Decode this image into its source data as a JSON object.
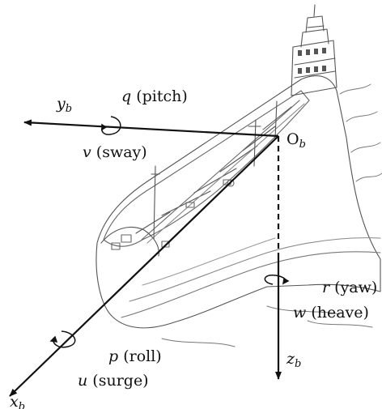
{
  "origin": {
    "label": "O",
    "sub": "b"
  },
  "axes": {
    "x": {
      "var": "x",
      "sub": "b",
      "rot_var": "p",
      "rot_name": "(roll)",
      "lin_var": "u",
      "lin_name": "(surge)"
    },
    "y": {
      "var": "y",
      "sub": "b",
      "rot_var": "q",
      "rot_name": "(pitch)",
      "lin_var": "v",
      "lin_name": "(sway)"
    },
    "z": {
      "var": "z",
      "sub": "b",
      "rot_var": "r",
      "rot_name": "(yaw)",
      "lin_var": "w",
      "lin_name": "(heave)"
    }
  },
  "colors": {
    "stroke": "#111111",
    "ship": "#555555",
    "ship_light": "#8a8a8a",
    "background": "#ffffff"
  }
}
